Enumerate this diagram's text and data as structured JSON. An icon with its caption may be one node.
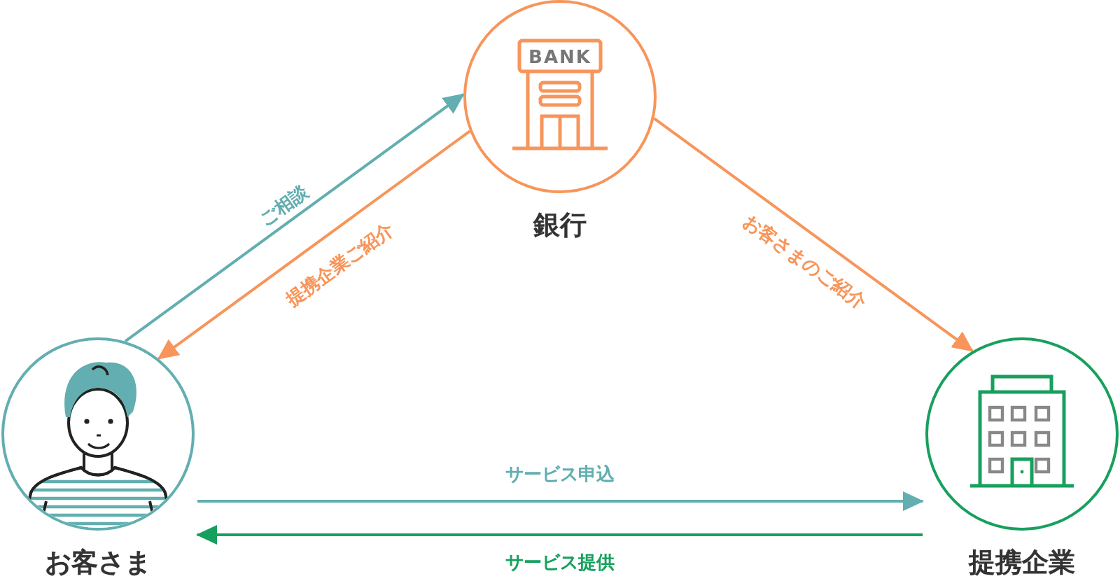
{
  "diagram": {
    "nodes": [
      {
        "text": [
          "銀行"
        ]
      },
      {
        "text": [
          "お客さま"
        ]
      },
      {
        "text": [
          "提携企業"
        ]
      }
    ],
    "edges": [
      {
        "from": 1,
        "to": 0,
        "arrow": "to",
        "label": "ご相談",
        "color": "#62aeb0"
      },
      {
        "from": 0,
        "to": 1,
        "arrow": "to",
        "label": "提携企業ご紹介",
        "color": "#f7955a"
      },
      {
        "from": 0,
        "to": 2,
        "arrow": "to",
        "label": "お客さまのご紹介",
        "color": "#f7955a"
      },
      {
        "from": 1,
        "to": 2,
        "arrow": "to",
        "label": "サービス申込",
        "color": "#62aeb0"
      },
      {
        "from": 2,
        "to": 1,
        "arrow": "to",
        "label": "サービス提供",
        "color": "#17a05d"
      }
    ],
    "labels": [
      "BANK"
    ]
  }
}
